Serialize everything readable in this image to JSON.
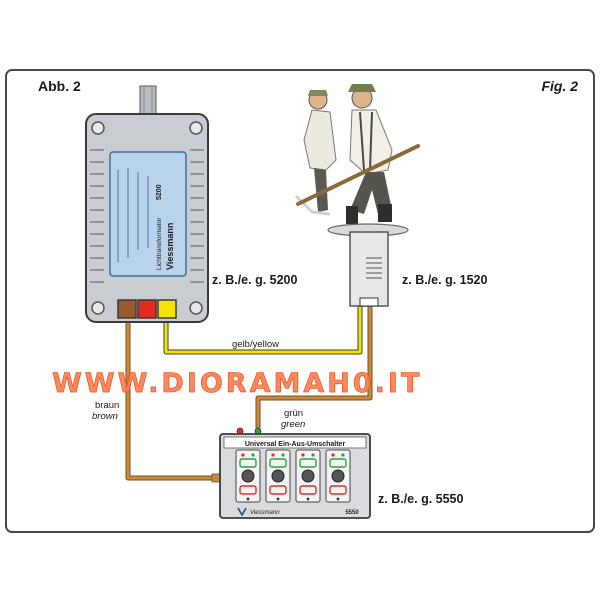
{
  "figure": {
    "label_de": "Abb. 2",
    "label_en": "Fig. 2"
  },
  "components": {
    "transformer": {
      "brand": "Viessmann",
      "product": "Lichttransformator",
      "model": "5200",
      "caption": "z. B./e. g. 5200"
    },
    "figure_light": {
      "caption": "z. B./e. g. 1520"
    },
    "switch_panel": {
      "title": "Universal Ein-Aus-Umschalter",
      "brand": "Viessmann",
      "model": "5550",
      "caption": "z. B./e. g. 5550"
    }
  },
  "wires": {
    "yellow": "gelb/yellow",
    "brown_de": "braun",
    "brown_en": "brown",
    "green_de": "grün",
    "green_en": "green"
  },
  "watermark": "WWW.DIORAMAH0.IT",
  "colors": {
    "frame": "#4a4a4a",
    "yellow_wire": "#f2e600",
    "brown_wire": "#c98a3e",
    "transformer_body": "#c9ccd0",
    "label_panel": "#b9d3ea",
    "watermark": "#ff7a4a",
    "terminal_brown": "#9a5a2a",
    "terminal_red": "#e52a1f",
    "terminal_yellow": "#f4e400"
  }
}
